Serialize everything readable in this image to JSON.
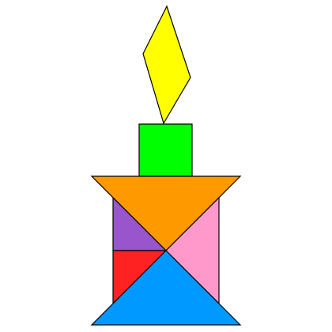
{
  "figure": {
    "subject": "tangram-candle",
    "outline_color": "#000000",
    "background_color": "#ffffff"
  },
  "pieces": [
    {
      "id": "flame",
      "shape": "parallelogram",
      "color": "#FFFF00"
    },
    {
      "id": "wick-block",
      "shape": "square",
      "color": "#00FF00"
    },
    {
      "id": "top-large-triangle",
      "shape": "large-triangle",
      "color": "#FF9900"
    },
    {
      "id": "left-upper-small-triangle",
      "shape": "small-triangle",
      "color": "#9955CC"
    },
    {
      "id": "left-lower-small-triangle",
      "shape": "small-triangle",
      "color": "#FF2222"
    },
    {
      "id": "right-medium-triangle",
      "shape": "medium-triangle",
      "color": "#FF99CC"
    },
    {
      "id": "bottom-large-triangle",
      "shape": "large-triangle",
      "color": "#0099FF"
    }
  ]
}
